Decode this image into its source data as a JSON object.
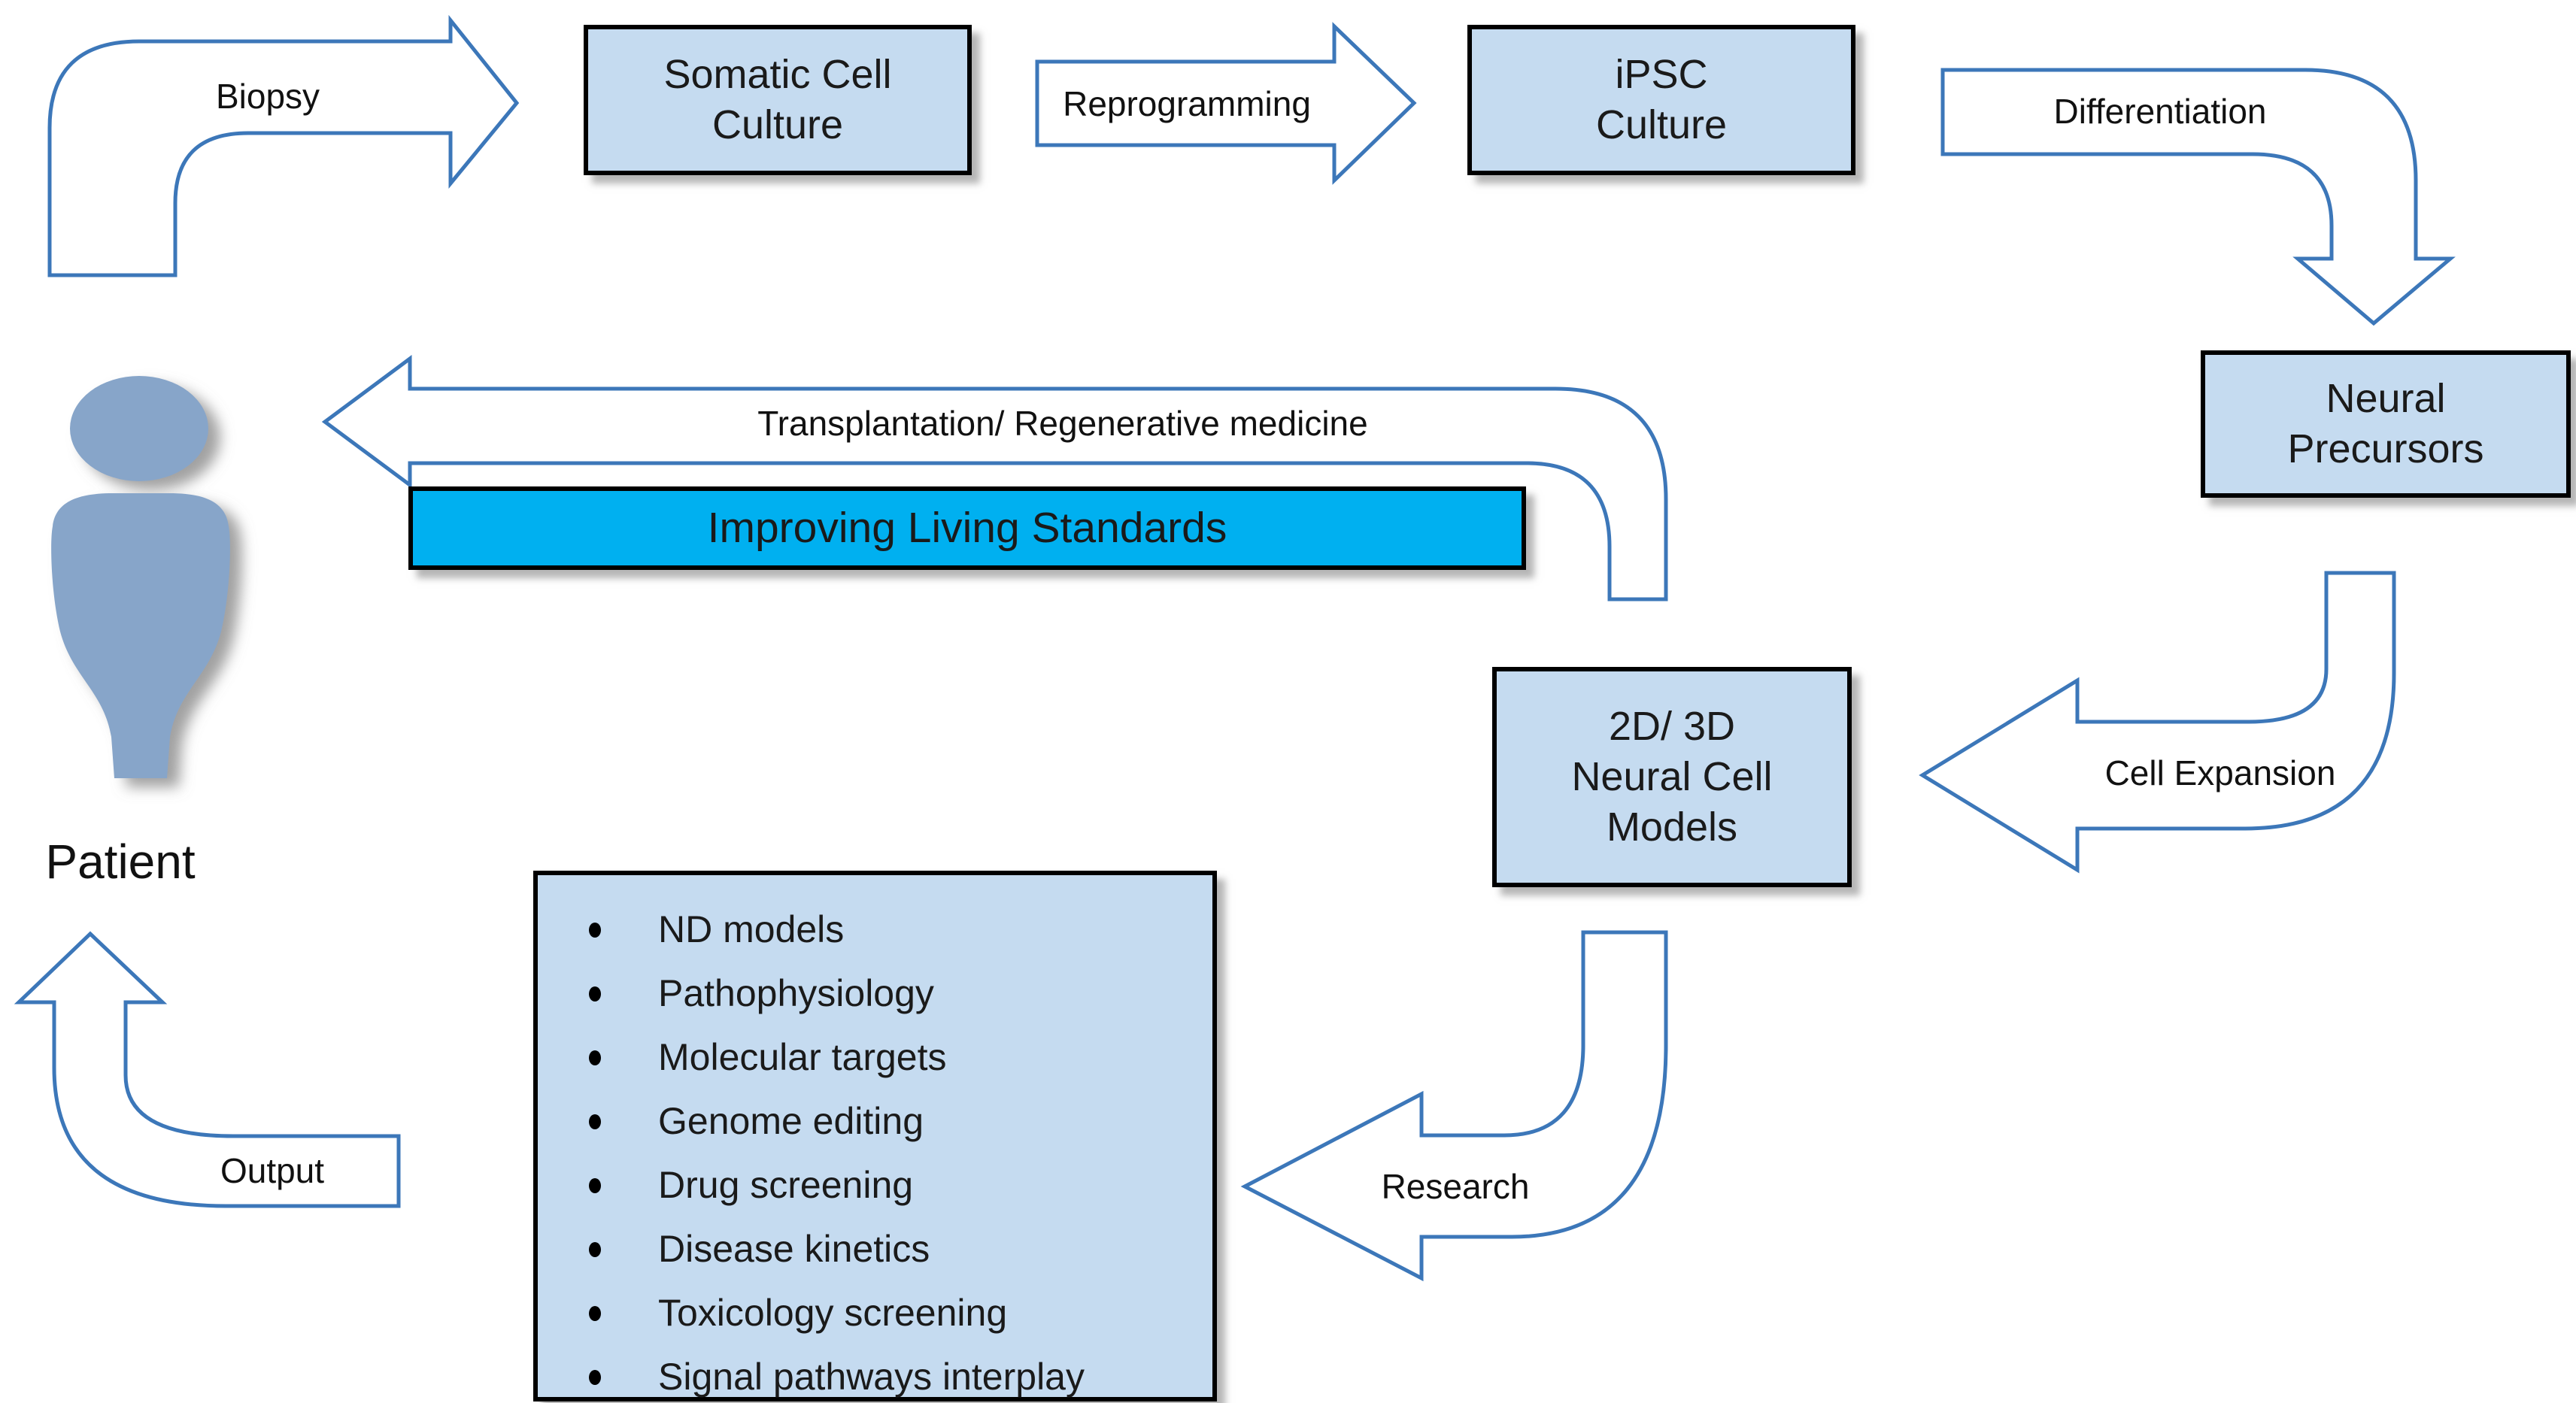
{
  "colors": {
    "arrow-stroke": "#3C77B9",
    "box-fill": "#C5DBF0",
    "box-border": "#000000",
    "highlight-fill": "#00B0F0",
    "person-fill": "#87A5C9",
    "text": "#1A1A1A",
    "background": "#FFFFFF"
  },
  "boxes": {
    "somatic": "Somatic Cell\nCulture",
    "ipsc": "iPSC\nCulture",
    "neural": "Neural\nPrecursors",
    "models": "2D/ 3D\nNeural Cell\nModels",
    "standards": "Improving Living Standards"
  },
  "arrows": {
    "biopsy": "Biopsy",
    "reprogramming": "Reprogramming",
    "differentiation": "Differentiation",
    "cell_expansion": "Cell Expansion",
    "transplantation": "Transplantation/ Regenerative medicine",
    "research": "Research",
    "output": "Output"
  },
  "patient": {
    "label": "Patient"
  },
  "research_box": {
    "items": [
      "ND models",
      "Pathophysiology",
      "Molecular targets",
      "Genome editing",
      "Drug screening",
      "Disease kinetics",
      "Toxicology screening",
      "Signal pathways interplay"
    ]
  }
}
